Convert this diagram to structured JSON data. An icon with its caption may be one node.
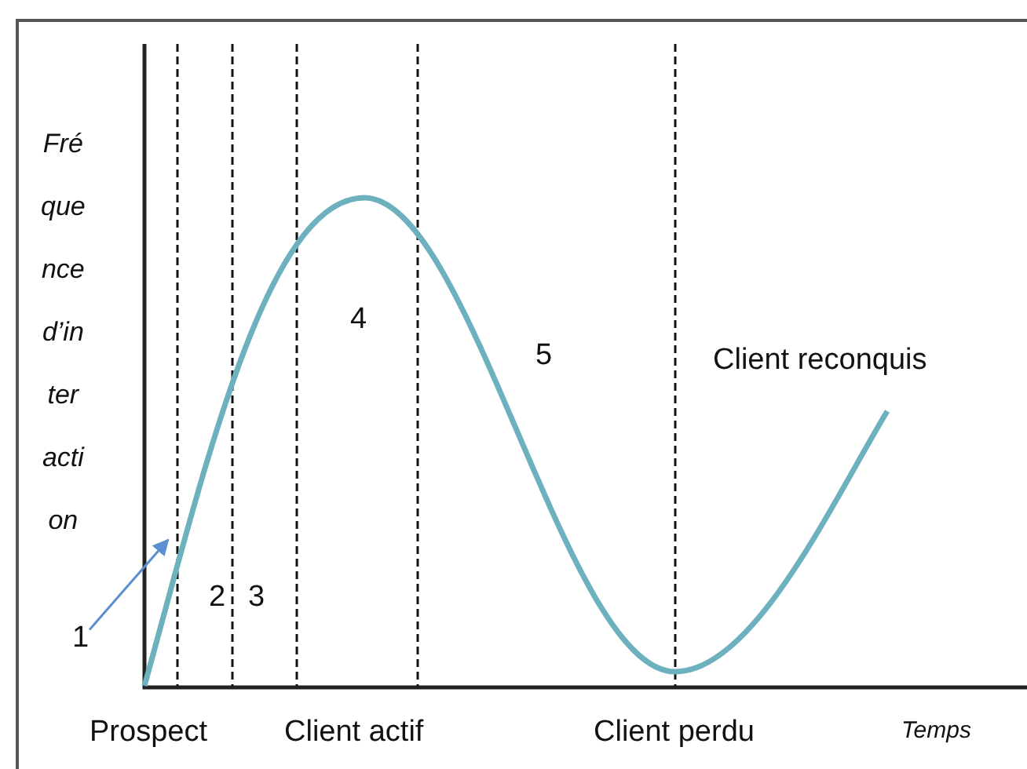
{
  "diagram": {
    "nodes": [
      {
        "text": [
          "1"
        ]
      },
      {
        "text": [],
        "shape": "curve"
      }
    ],
    "edges": [
      {
        "from": 0,
        "to": 1,
        "arrow": "to"
      }
    ],
    "labels": [
      "Fré que nce d’in ter acti on",
      "2",
      "3",
      "4",
      "5",
      "Client reconquis",
      "Prospect",
      "Client actif",
      "Client perdu",
      "Temps"
    ]
  }
}
